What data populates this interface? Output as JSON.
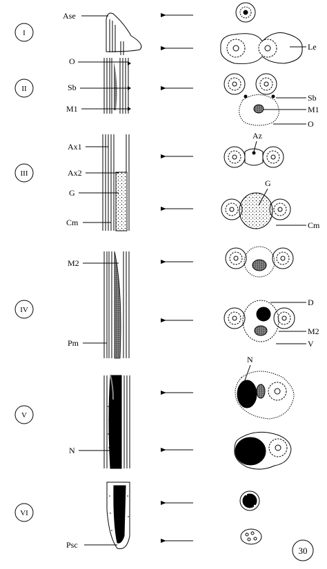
{
  "stages": [
    "I",
    "II",
    "III",
    "IV",
    "V",
    "VI"
  ],
  "labels": {
    "ase": "Ase",
    "le": "Le",
    "o": "O",
    "sb": "Sb",
    "m1": "M1",
    "ax1": "Ax1",
    "ax2": "Ax2",
    "az": "Az",
    "g": "G",
    "cm": "Cm",
    "m2": "M2",
    "d": "D",
    "pm": "Pm",
    "v": "V",
    "n": "N",
    "psc": "Psc"
  },
  "page_number": "30"
}
